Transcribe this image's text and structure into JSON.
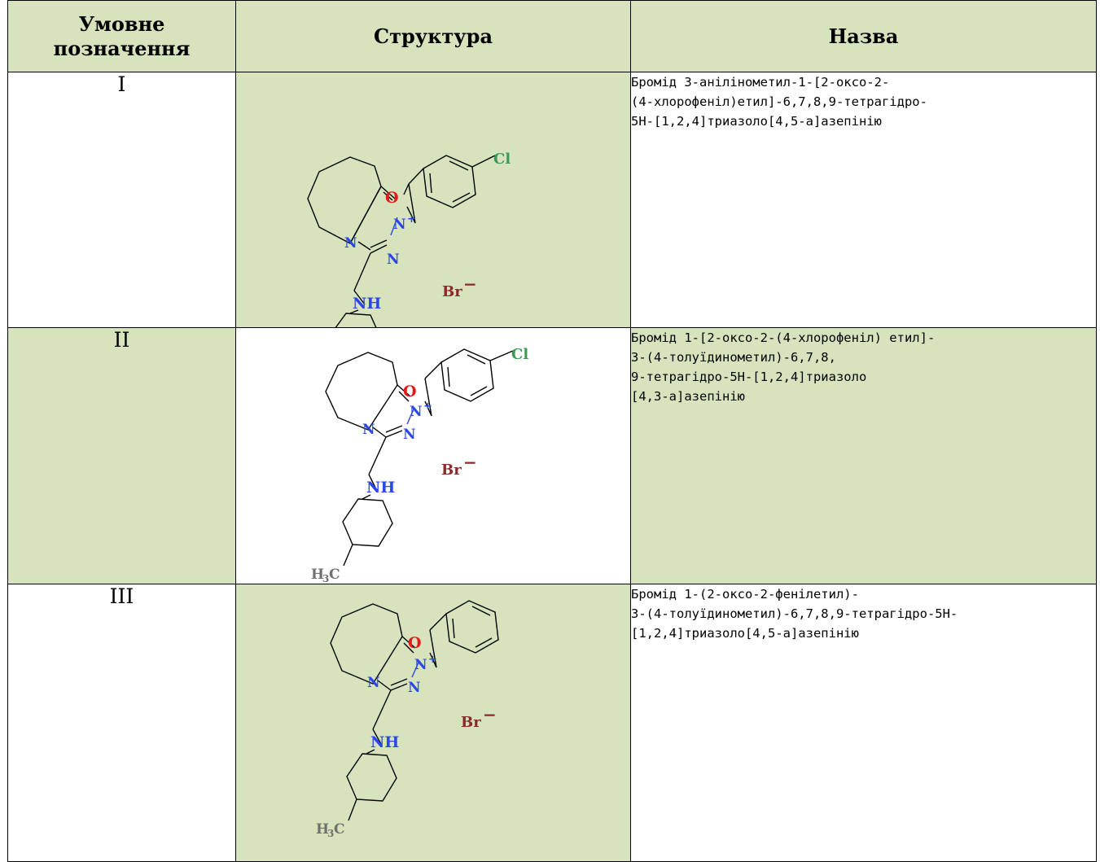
{
  "header": {
    "col1": "Умовне позначення",
    "col1_line1": "Умовне",
    "col1_line2": "позначення",
    "col2": "Структура",
    "col3": "Назва"
  },
  "rows": [
    {
      "code": "I",
      "name_lines": [
        "Бромід 3-анілінометил-1-[2-оксо-2-",
        "(4-хлорофеніл)етил]-6,7,8,9-тетрагідро-",
        "5H-[1,2,4]триазоло[4,5-а]азепінію"
      ],
      "atoms": {
        "cl": "Cl",
        "o": "O",
        "n1": "N",
        "n2": "N",
        "n3": "N",
        "plus": "+",
        "nh": "NH",
        "br": "Br",
        "minus": "−"
      }
    },
    {
      "code": "II",
      "name_lines": [
        "Бромід 1-[2-оксо-2-(4-хлорофеніл) етил]-",
        "3-(4-толуїдинометил)-6,7,8,",
        "9-тетрагідро-5H-[1,2,4]триазоло",
        "[4,3-а]азепінію"
      ],
      "atoms": {
        "cl": "Cl",
        "o": "O",
        "n1": "N",
        "n2": "N",
        "n3": "N",
        "plus": "+",
        "nh": "NH",
        "br": "Br",
        "minus": "−",
        "h3c": "H",
        "sub3": "3",
        "c": "C"
      }
    },
    {
      "code": "III",
      "name_lines": [
        "Бромід 1-(2-оксо-2-фенілетил)-",
        "3-(4-толуїдинометил)-6,7,8,9-тетрагідро-5H-",
        "[1,2,4]триазоло[4,5-а]азепінію"
      ],
      "atoms": {
        "o": "O",
        "n1": "N",
        "n2": "N",
        "n3": "N",
        "plus": "+",
        "nh": "NH",
        "br": "Br",
        "minus": "−",
        "h3c": "H",
        "sub3": "3",
        "c": "C"
      }
    }
  ],
  "colors": {
    "cell_green": "#d7e3bd",
    "nitrogen": "#2b47e8",
    "oxygen": "#e31a1a",
    "chlorine": "#3a9a52",
    "bromine": "#8b2a2a",
    "carbon_label": "#707070"
  }
}
